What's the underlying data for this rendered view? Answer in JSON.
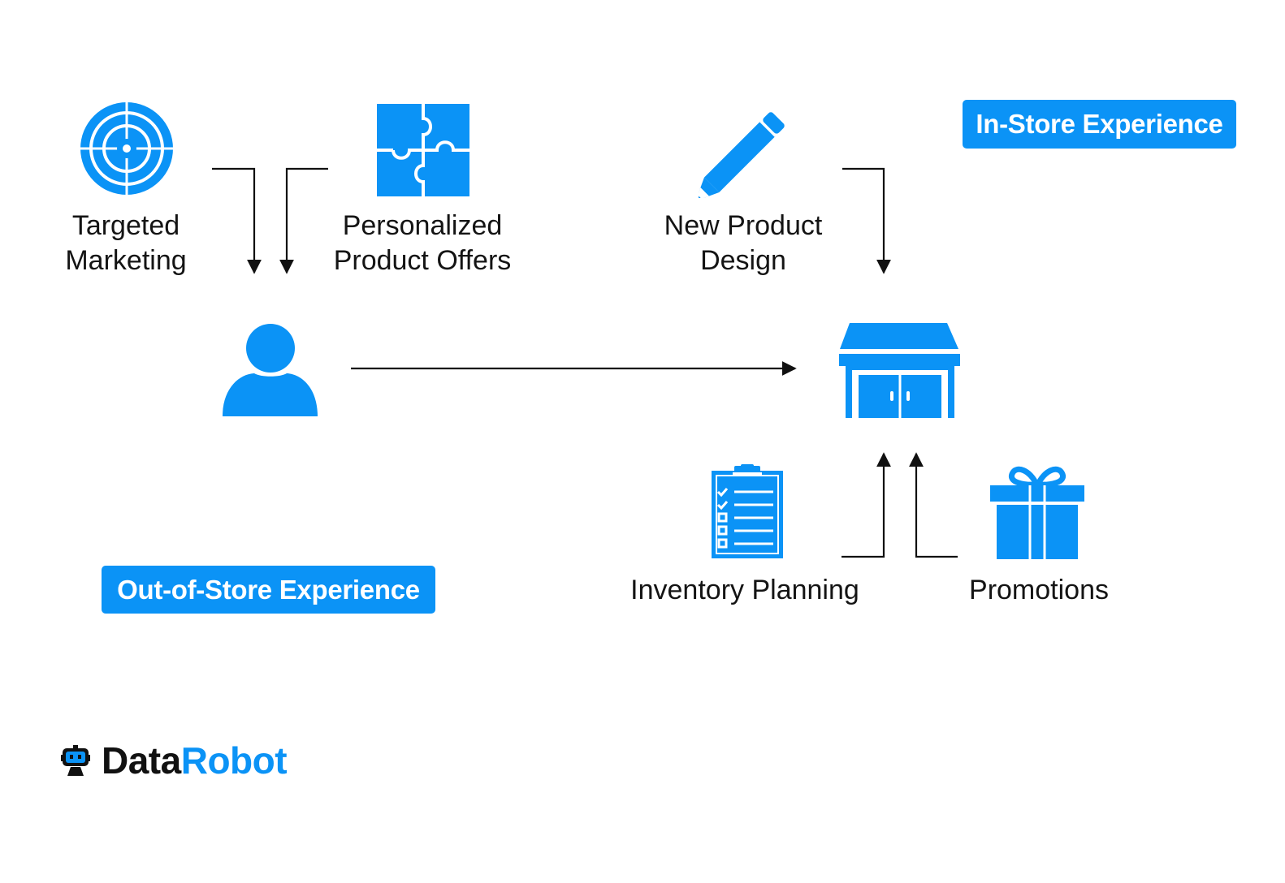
{
  "colors": {
    "accent": "#0b93f6",
    "text": "#141414",
    "connector": "#111111"
  },
  "nodes": {
    "targeted_marketing": {
      "icon": "target-icon",
      "label_lines": [
        "Targeted",
        "Marketing"
      ]
    },
    "personalized_offers": {
      "icon": "puzzle-icon",
      "label_lines": [
        "Personalized",
        "Product Offers"
      ]
    },
    "new_product_design": {
      "icon": "pencil-icon",
      "label_lines": [
        "New Product",
        "Design"
      ]
    },
    "customer": {
      "icon": "person-icon"
    },
    "store": {
      "icon": "storefront-icon"
    },
    "inventory_planning": {
      "icon": "clipboard-checklist-icon",
      "label": "Inventory Planning"
    },
    "promotions": {
      "icon": "gift-icon",
      "label": "Promotions"
    }
  },
  "badges": {
    "in_store": "In-Store Experience",
    "out_of_store": "Out-of-Store Experience"
  },
  "edges": [
    {
      "from": "targeted_marketing",
      "to": "customer"
    },
    {
      "from": "personalized_offers",
      "to": "customer"
    },
    {
      "from": "new_product_design",
      "to": "store"
    },
    {
      "from": "customer",
      "to": "store"
    },
    {
      "from": "inventory_planning",
      "to": "store"
    },
    {
      "from": "promotions",
      "to": "store"
    }
  ],
  "brand": {
    "icon": "robot-logo-icon",
    "name_part1": "Data",
    "name_part2": "Robot"
  }
}
